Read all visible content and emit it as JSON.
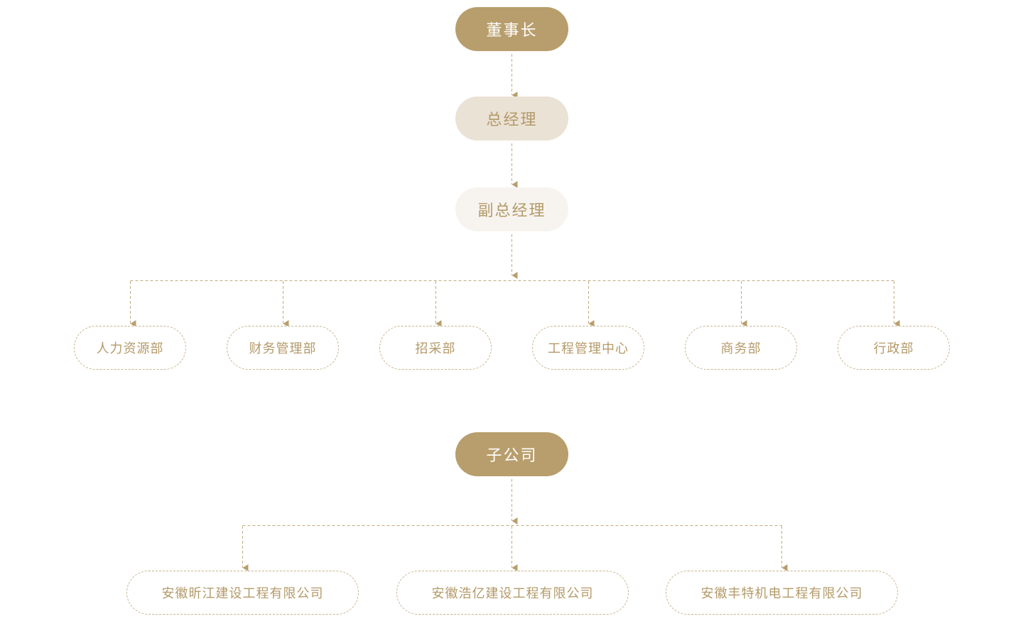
{
  "colors": {
    "gold": "#b89e6c",
    "gold_text": "#b49a69",
    "mid_fill": "#eae2d5",
    "light_fill": "#f7f4ef",
    "connector": "#c3ab80"
  },
  "top_chain": [
    {
      "label": "董事长"
    },
    {
      "label": "总经理"
    },
    {
      "label": "副总经理"
    }
  ],
  "departments": [
    {
      "label": "人力资源部"
    },
    {
      "label": "财务管理部"
    },
    {
      "label": "招采部"
    },
    {
      "label": "工程管理中心"
    },
    {
      "label": "商务部"
    },
    {
      "label": "行政部"
    }
  ],
  "subsidiary_root": {
    "label": "子公司"
  },
  "subsidiaries": [
    {
      "label": "安徽昕江建设工程有限公司"
    },
    {
      "label": "安徽浩亿建设工程有限公司"
    },
    {
      "label": "安徽丰特机电工程有限公司"
    }
  ]
}
